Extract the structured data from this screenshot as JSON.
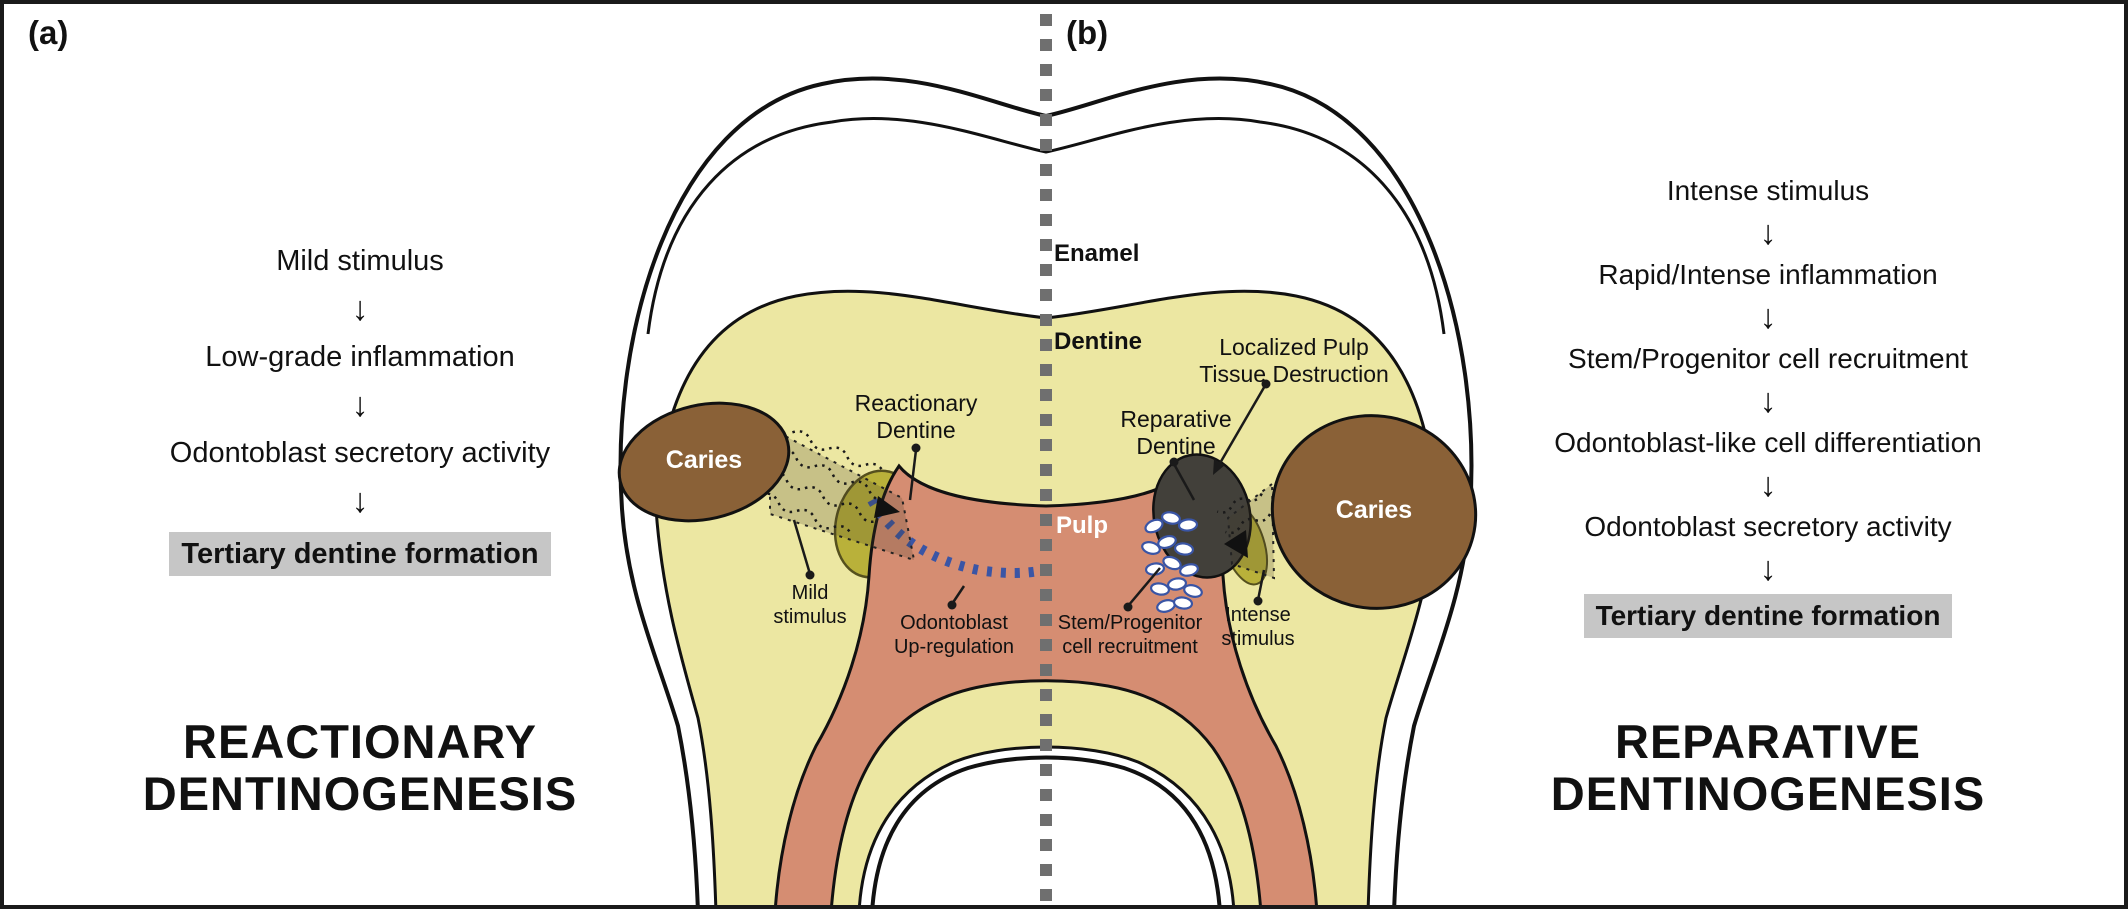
{
  "figure": {
    "panel_a_tag": "(a)",
    "panel_b_tag": "(b)"
  },
  "panel_a": {
    "steps": [
      "Mild stimulus",
      "Low-grade inflammation",
      "Odontoblast secretory activity"
    ],
    "result": "Tertiary dentine formation",
    "title": "REACTIONARY\nDENTINOGENESIS"
  },
  "panel_b": {
    "steps": [
      "Intense stimulus",
      "Rapid/Intense inflammation",
      "Stem/Progenitor cell recruitment",
      "Odontoblast-like cell differentiation",
      "Odontoblast secretory activity"
    ],
    "result": "Tertiary dentine formation",
    "title": "REPARATIVE\nDENTINOGENESIS"
  },
  "tooth": {
    "enamel_label": "Enamel",
    "dentine_label": "Dentine",
    "pulp_label": "Pulp",
    "caries_left_label": "Caries",
    "caries_right_label": "Caries",
    "reactionary_dentine_label": "Reactionary\nDentine",
    "mild_stimulus_label": "Mild\nstimulus",
    "odontoblast_upregulation_label": "Odontoblast\nUp-regulation",
    "reparative_dentine_label": "Reparative\nDentine",
    "localized_destruction_label": "Localized Pulp\nTissue Destruction",
    "stem_recruitment_label": "Stem/Progenitor\ncell recruitment",
    "intense_stimulus_label": "Intense\nstimulus"
  },
  "glyphs": {
    "down_arrow": "↓"
  },
  "colors": {
    "dentine": "#ece7a2",
    "pulp": "#d58d72",
    "caries": "#8a6137",
    "reactionary_dentine": "#b9b13a",
    "destroyed_tissue": "#42403a",
    "cell_outline": "#3a55a5",
    "result_highlight": "#c6c6c6",
    "divider": "#6f6f6f"
  }
}
